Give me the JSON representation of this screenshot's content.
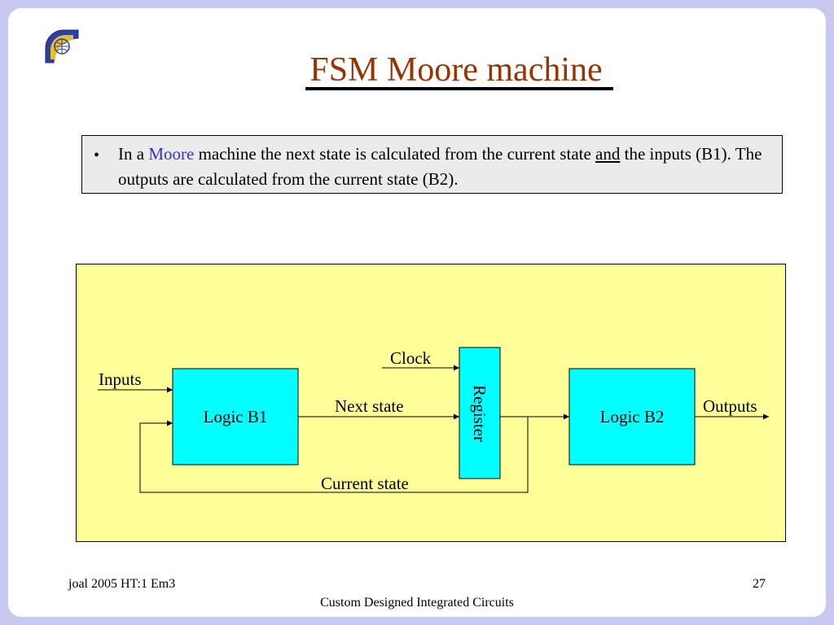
{
  "slide": {
    "title": "FSM Moore machine",
    "bullet": {
      "marker": "•",
      "part1": "In a ",
      "highlight": "Moore",
      "part2": " machine the next state is calculated from the current state ",
      "underlined": "and",
      "part3": " the inputs (B1). The outputs are calculated from the current state (B2)."
    },
    "colors": {
      "frame": "#c8c8f2",
      "title": "#993300",
      "highlight": "#3333cc",
      "diagram_background": "#ffff99",
      "block_fill": "#00ffff"
    }
  },
  "diagram": {
    "blocks": {
      "logic_b1": "Logic B1",
      "register": "Register",
      "logic_b2": "Logic B2"
    },
    "labels": {
      "inputs": "Inputs",
      "clock": "Clock",
      "next_state": "Next state",
      "outputs": "Outputs",
      "current_state": "Current state"
    }
  },
  "footer": {
    "left": "joal 2005 HT:1 Em3",
    "page": "27",
    "center": "Custom Designed Integrated Circuits"
  }
}
